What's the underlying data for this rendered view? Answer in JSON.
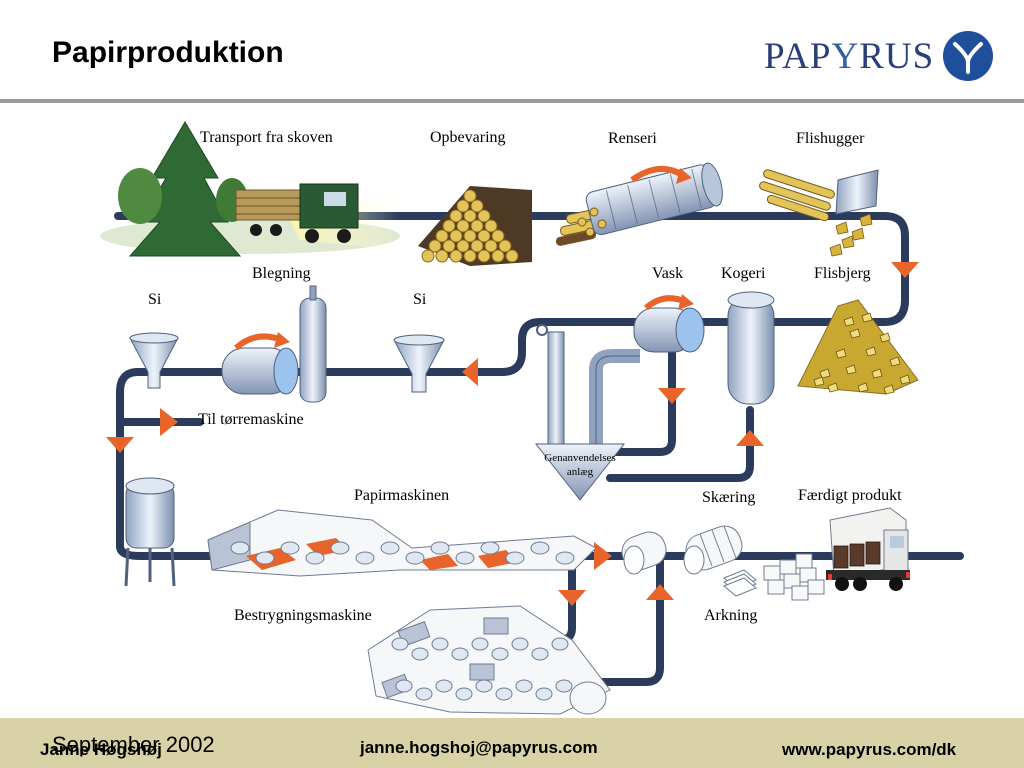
{
  "header": {
    "title": "Papirproduktion",
    "logo_text": "PAPYRUS",
    "logo_text_parts": [
      "PAP",
      "Y",
      "RUS"
    ]
  },
  "diagram": {
    "labels": {
      "transport": "Transport fra skoven",
      "storage": "Opbevaring",
      "cleaning": "Renseri",
      "chipper": "Flishugger",
      "bleaching": "Blegning",
      "wash": "Vask",
      "cooker": "Kogeri",
      "chip_pile": "Flisbjerg",
      "sieve_left": "Si",
      "sieve_right": "Si",
      "to_dryer": "Til tørremaskine",
      "recycling_line1": "Genanvendelses",
      "recycling_line2": "anlæg",
      "paper_machine": "Papirmaskinen",
      "cutting": "Skæring",
      "finished": "Færdigt produkt",
      "coating": "Bestrygningsmaskine",
      "sheeting": "Arkning"
    }
  },
  "footer": {
    "author": "Janne Høgshøj",
    "date": "September 2002",
    "email": "janne.hogshoj@papyrus.com",
    "website": "www.papyrus.com/dk"
  },
  "colors": {
    "pipe": "#2b3b5c",
    "arrow": "#e8642a",
    "footer_bg": "#d9d2a6",
    "divider": "#9a9a9a",
    "logo": "#2a3f7a"
  }
}
